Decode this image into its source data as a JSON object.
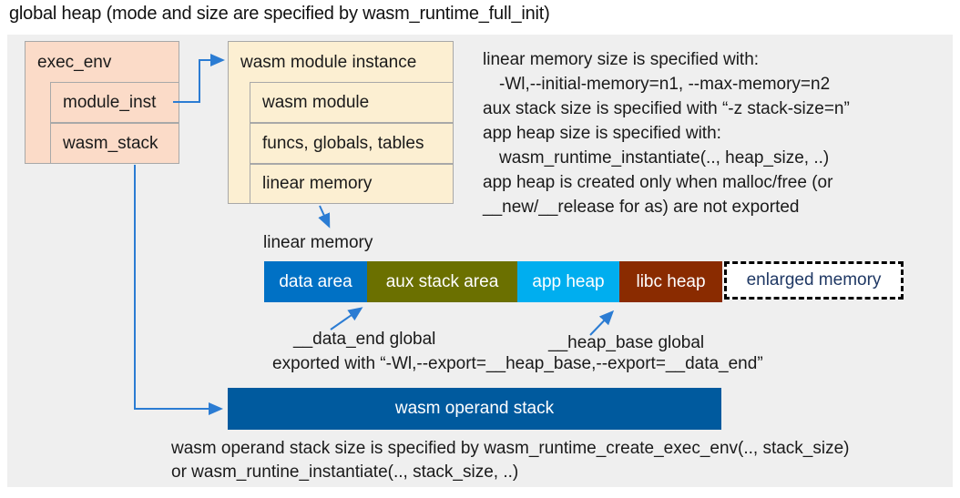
{
  "title": "global heap (mode and size are specified by wasm_runtime_full_init)",
  "exec_env": {
    "label": "exec_env",
    "fields": [
      "module_inst",
      "wasm_stack"
    ]
  },
  "module_instance": {
    "label": "wasm module instance",
    "fields": [
      "wasm module",
      "funcs, globals, tables",
      "linear memory"
    ]
  },
  "notes_right": [
    "linear memory size is specified with:",
    "-Wl,--initial-memory=n1, --max-memory=n2",
    "aux stack size is specified with “-z stack-size=n”",
    "app heap size is specified with:",
    "wasm_runtime_instantiate(.., heap_size, ..)",
    "app heap is created only when malloc/free (or",
    "__new/__release for as) are not exported"
  ],
  "linear_memory": {
    "label": "linear memory",
    "segments": [
      {
        "label": "data area",
        "color": "#0071C5"
      },
      {
        "label": "aux stack area",
        "color": "#6B7000"
      },
      {
        "label": "app heap",
        "color": "#00AEEF"
      },
      {
        "label": "libc heap",
        "color": "#8A2B00"
      },
      {
        "label": "enlarged memory",
        "color": "#FFFFFF",
        "text_color": "#1F3864",
        "border": "dashed"
      }
    ],
    "data_end_label": "__data_end global",
    "heap_base_label": "__heap_base global",
    "export_note": "exported with “-Wl,--export=__heap_base,--export=__data_end”"
  },
  "operand_stack": {
    "label": "wasm operand stack",
    "color": "#005A9E",
    "notes": [
      "wasm operand stack size is specified by wasm_runtime_create_exec_env(.., stack_size)",
      "or wasm_runtine_instantiate(.., stack_size, ..)"
    ]
  },
  "colors": {
    "panel_bg": "#EFEFEF",
    "exec_env_fill": "#FBDBC8",
    "module_fill": "#FCEFD2",
    "box_border": "#A8A8A8",
    "operand": "#005A9E",
    "arrow": "#2B7CD3"
  }
}
